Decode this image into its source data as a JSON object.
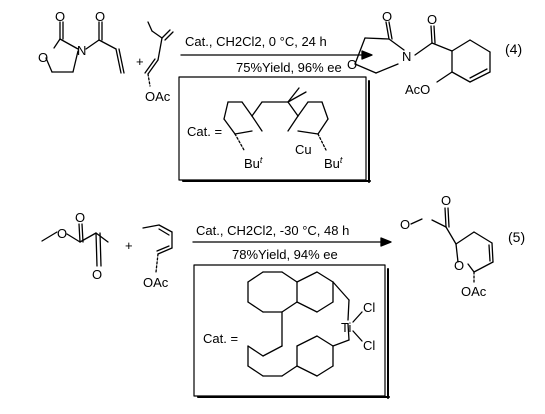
{
  "reaction_4": {
    "number": "(4)",
    "conditions_line1": "Cat., CH2Cl2, 0 °C, 24 h",
    "conditions_line2": "75%Yield, 96% ee",
    "catalyst_label": "Cat. =",
    "catalyst_metal": "Cu",
    "substituent": "Bu",
    "substituent_sup": "t",
    "diene_substituent": "OAc",
    "product_substituent": "AcO"
  },
  "reaction_5": {
    "number": "(5)",
    "conditions_line1": "Cat., CH2Cl2, -30 °C, 48 h",
    "conditions_line2": "78%Yield, 94% ee",
    "catalyst_label": "Cat. =",
    "catalyst_metal": "Ti",
    "ligand_1": "Cl",
    "ligand_2": "Cl",
    "diene_substituent": "OAc",
    "product_substituent": "OAc"
  },
  "atoms": {
    "O": "O",
    "N": "N"
  },
  "plus": "+"
}
